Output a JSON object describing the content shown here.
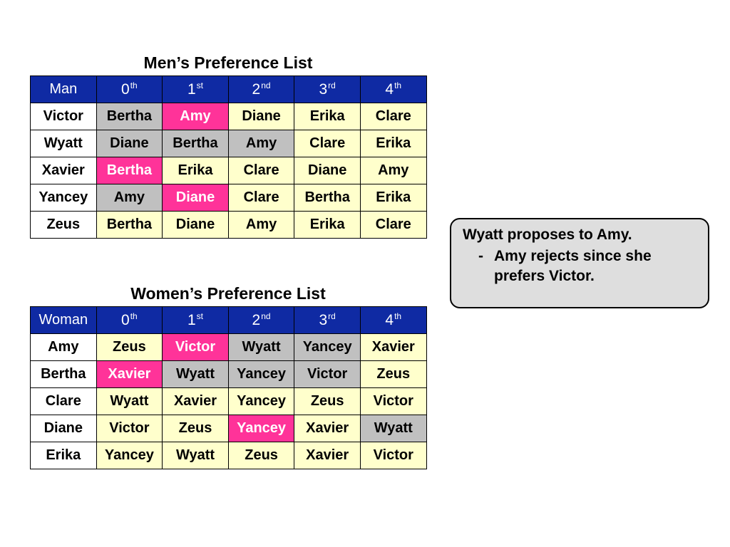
{
  "men": {
    "title": "Men’s Preference List",
    "header": {
      "lead": "Man",
      "ranks": [
        {
          "num": "0",
          "suf": "th"
        },
        {
          "num": "1",
          "suf": "st"
        },
        {
          "num": "2",
          "suf": "nd"
        },
        {
          "num": "3",
          "suf": "rd"
        },
        {
          "num": "4",
          "suf": "th"
        }
      ]
    },
    "rows": [
      {
        "name": "Victor",
        "prefs": [
          "Bertha",
          "Amy",
          "Diane",
          "Erika",
          "Clare"
        ],
        "states": [
          "gray",
          "pink",
          "",
          "",
          ""
        ]
      },
      {
        "name": "Wyatt",
        "prefs": [
          "Diane",
          "Bertha",
          "Amy",
          "Clare",
          "Erika"
        ],
        "states": [
          "gray",
          "gray",
          "gray",
          "",
          ""
        ]
      },
      {
        "name": "Xavier",
        "prefs": [
          "Bertha",
          "Erika",
          "Clare",
          "Diane",
          "Amy"
        ],
        "states": [
          "pink",
          "",
          "",
          "",
          ""
        ]
      },
      {
        "name": "Yancey",
        "prefs": [
          "Amy",
          "Diane",
          "Clare",
          "Bertha",
          "Erika"
        ],
        "states": [
          "gray",
          "pink",
          "",
          "",
          ""
        ]
      },
      {
        "name": "Zeus",
        "prefs": [
          "Bertha",
          "Diane",
          "Amy",
          "Erika",
          "Clare"
        ],
        "states": [
          "",
          "",
          "",
          "",
          ""
        ]
      }
    ]
  },
  "women": {
    "title": "Women’s Preference List",
    "header": {
      "lead": "Woman",
      "ranks": [
        {
          "num": "0",
          "suf": "th"
        },
        {
          "num": "1",
          "suf": "st"
        },
        {
          "num": "2",
          "suf": "nd"
        },
        {
          "num": "3",
          "suf": "rd"
        },
        {
          "num": "4",
          "suf": "th"
        }
      ]
    },
    "rows": [
      {
        "name": "Amy",
        "prefs": [
          "Zeus",
          "Victor",
          "Wyatt",
          "Yancey",
          "Xavier"
        ],
        "states": [
          "",
          "pink",
          "gray",
          "gray",
          ""
        ]
      },
      {
        "name": "Bertha",
        "prefs": [
          "Xavier",
          "Wyatt",
          "Yancey",
          "Victor",
          "Zeus"
        ],
        "states": [
          "pink",
          "gray",
          "gray",
          "gray",
          ""
        ]
      },
      {
        "name": "Clare",
        "prefs": [
          "Wyatt",
          "Xavier",
          "Yancey",
          "Zeus",
          "Victor"
        ],
        "states": [
          "",
          "",
          "",
          "",
          ""
        ]
      },
      {
        "name": "Diane",
        "prefs": [
          "Victor",
          "Zeus",
          "Yancey",
          "Xavier",
          "Wyatt"
        ],
        "states": [
          "",
          "",
          "pink",
          "",
          "gray"
        ]
      },
      {
        "name": "Erika",
        "prefs": [
          "Yancey",
          "Wyatt",
          "Zeus",
          "Xavier",
          "Victor"
        ],
        "states": [
          "",
          "",
          "",
          "",
          ""
        ]
      }
    ]
  },
  "callout": {
    "line1": "Wyatt proposes to Amy.",
    "dash": "-",
    "line2": "Amy rejects since she prefers Victor."
  },
  "colors": {
    "header_bg": "#0f2aa3",
    "cell_bg": "#ffffcc",
    "rejected_gray": "#c0c0c0",
    "engaged_pink": "#ff3399",
    "callout_bg": "#dedede"
  }
}
